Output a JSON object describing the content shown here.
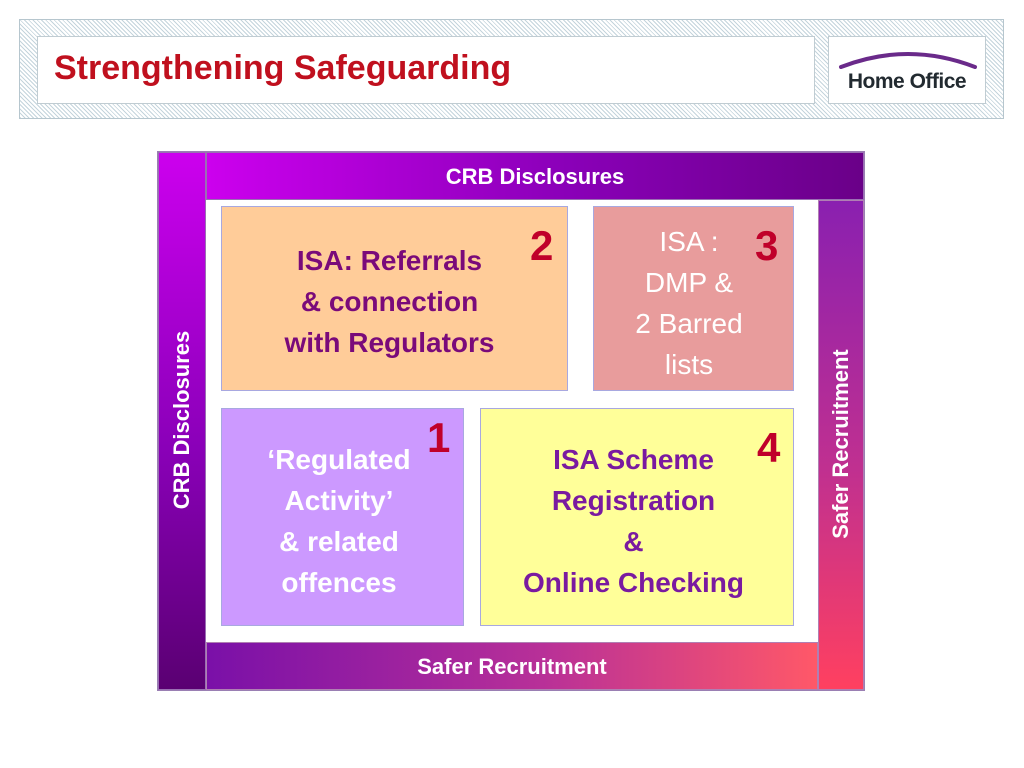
{
  "header": {
    "title": "Strengthening Safeguarding",
    "logo_text": "Home Office",
    "title_color": "#c0101e",
    "logo_arc_color": "#6a2a8a"
  },
  "diagram": {
    "top_band_label": "CRB Disclosures",
    "left_band_label": "CRB Disclosures",
    "right_band_label": "Safer Recruitment",
    "bottom_band_label": "Safer Recruitment",
    "boxes": [
      {
        "number": "2",
        "lines": [
          "ISA: Referrals",
          "& connection",
          "with Regulators"
        ],
        "fill": "#ffcc99",
        "text_color": "#7a0a7a"
      },
      {
        "number": "3",
        "lines": [
          "ISA :",
          "DMP &",
          "2 Barred",
          "lists"
        ],
        "fill": "#e89c9c",
        "text_color": "#ffffff"
      },
      {
        "number": "1",
        "lines": [
          "‘Regulated",
          "Activity’",
          "& related",
          "offences"
        ],
        "fill": "#cc99ff",
        "text_color": "#ffffff"
      },
      {
        "number": "4",
        "lines": [
          "ISA Scheme",
          "Registration",
          "&",
          "Online Checking"
        ],
        "fill": "#ffff99",
        "text_color": "#7a1aa0"
      }
    ]
  }
}
